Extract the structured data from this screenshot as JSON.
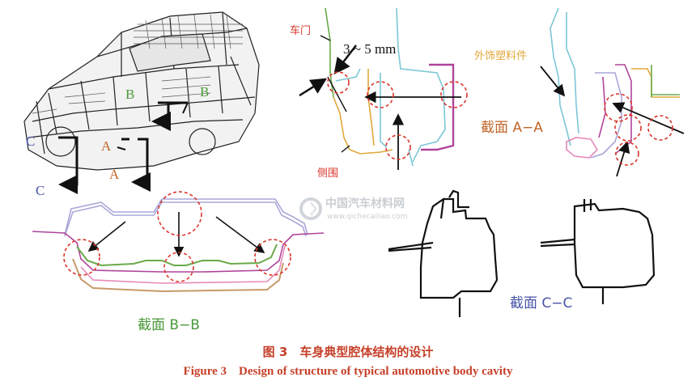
{
  "figure": {
    "labels": {
      "B_left": "B",
      "B_right": "B",
      "A_mid": "A",
      "A_low": "A",
      "C_up": "C",
      "C_low": "C",
      "door": "车门",
      "gap": "3 ~ 5 mm",
      "side": "侧围",
      "trim": "外饰塑料件",
      "sec_aa": "截面 A−A",
      "sec_bb": "截面 B−B",
      "sec_cc": "截面 C−C"
    },
    "watermark": {
      "cn": "中国汽车材料网",
      "url": "www.qichecailiao.com"
    },
    "caption": {
      "cn": "图 3　车身典型腔体结构的设计",
      "en": "Figure 3　Design of structure of typical automotive body cavity"
    },
    "colors": {
      "B": "#4a9a3a",
      "A": "#c0662a",
      "C": "#4a55a8",
      "red": "#d9362c",
      "door_line": "#6aaa4a",
      "cyan": "#7cc6d6",
      "orange": "#e0a83a",
      "magenta": "#b0449a",
      "brown": "#c79a6a",
      "lavender": "#a9a7d8",
      "pink": "#e58ab8",
      "caption": "#c6402a"
    }
  }
}
